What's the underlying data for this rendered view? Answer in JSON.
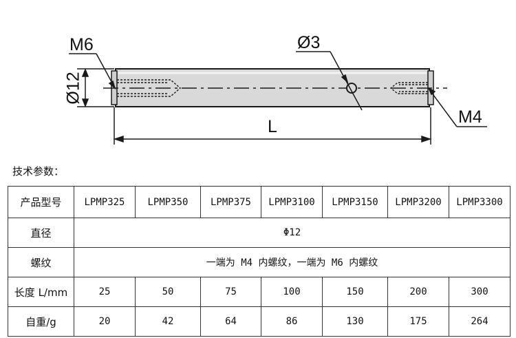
{
  "drawing": {
    "labels": {
      "m6": "M6",
      "dia12": "Ø12",
      "dia3": "Ø3",
      "m4": "M4",
      "length": "L"
    },
    "colors": {
      "rod_fill": "#d9d9d9",
      "line": "#1a1a1a"
    }
  },
  "section_title": "技术参数：",
  "table": {
    "model_header": "产品型号",
    "models": [
      "LPMP325",
      "LPMP350",
      "LPMP375",
      "LPMP3100",
      "LPMP3150",
      "LPMP3200",
      "LPMP3300"
    ],
    "diameter_header": "直径",
    "diameter_value": "Φ12",
    "thread_header": "螺纹",
    "thread_value": "一端为 M4 内螺纹，一端为 M6 内螺纹",
    "length_header": "长度 L/mm",
    "lengths": [
      "25",
      "50",
      "75",
      "100",
      "150",
      "200",
      "300"
    ],
    "weight_header": "自重/g",
    "weights": [
      "20",
      "42",
      "64",
      "86",
      "130",
      "175",
      "264"
    ]
  }
}
